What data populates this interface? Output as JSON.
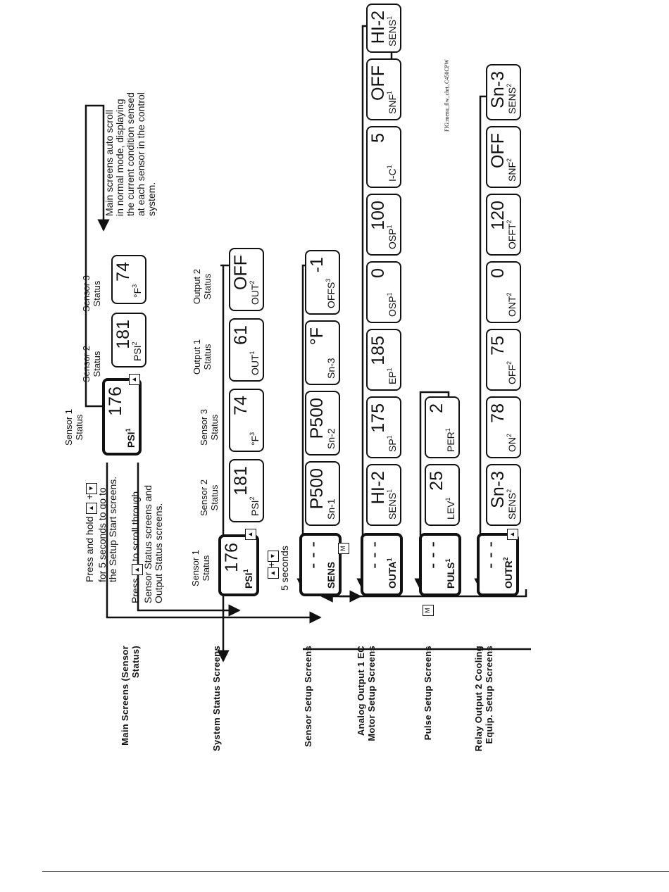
{
  "row_labels": {
    "main": "Main Screens (Sensor Status)",
    "system": "System Status Screens",
    "sensor": "Sensor Setup Screens",
    "analog": "Analog Output 1 EC Motor Setup Screens",
    "pulse": "Pulse Setup Screens",
    "relay": "Relay Output 2 Cooling Equip. Setup Screens"
  },
  "notes": {
    "setup_line1": "Press and hold",
    "setup_plus": "+",
    "setup_line2": "for 5 seconds to go to",
    "setup_line3": "the Setup Start screens.",
    "scroll_line1": "Press",
    "scroll_line1b": "to scroll through",
    "scroll_line2": "Sensor Status screens and",
    "scroll_line3": "Output Status screens.",
    "auto_scroll": [
      "Main screens auto scroll",
      "in normal mode, displaying",
      "the current condition sensed",
      "at each sensor in the control",
      "system."
    ],
    "five_seconds": "5 seconds",
    "combo_plus": "+"
  },
  "headers": {
    "main": {
      "sensor1": [
        "Sensor 1",
        "Status"
      ],
      "sensor2": [
        "Sensor 2",
        "Status"
      ],
      "sensor3": [
        "Sensor 3",
        "Status"
      ]
    },
    "system": {
      "sensor1": [
        "Sensor 1",
        "Status"
      ],
      "sensor2": [
        "Sensor 2",
        "Status"
      ],
      "sensor3": [
        "Sensor 3",
        "Status"
      ],
      "output1": [
        "Output 1",
        "Status"
      ],
      "output2": [
        "Output 2",
        "Status"
      ]
    }
  },
  "screens": {
    "main": [
      {
        "value": "176",
        "label": "PSI",
        "sup": "1"
      },
      {
        "value": "181",
        "label": "PSI",
        "sup": "2"
      },
      {
        "value": "74",
        "label": "°F",
        "sup": "3"
      }
    ],
    "system": [
      {
        "value": "176",
        "label": "PSI",
        "sup": "1"
      },
      {
        "value": "181",
        "label": "PSI",
        "sup": "2"
      },
      {
        "value": "74",
        "label": "°F",
        "sup": "3"
      },
      {
        "value": "61",
        "label": "OUT",
        "sup": "1"
      },
      {
        "value": "OFF",
        "label": "OUT",
        "sup": "2"
      }
    ],
    "sensor": [
      {
        "value": "- - -",
        "label": "SENS",
        "sup": ""
      },
      {
        "value": "P500",
        "label": "Sn-1",
        "sup": ""
      },
      {
        "value": "P500",
        "label": "Sn-2",
        "sup": ""
      },
      {
        "value": "°F",
        "label": "Sn-3",
        "sup": ""
      },
      {
        "value": "-1",
        "label": "OFFS",
        "sup": "3"
      }
    ],
    "analog": [
      {
        "value": "- - -",
        "label": "OUTA",
        "sup": "1"
      },
      {
        "value": "HI-2",
        "label": "SENS",
        "sup": "1"
      },
      {
        "value": "175",
        "label": "SP",
        "sup": "1"
      },
      {
        "value": "185",
        "label": "EP",
        "sup": "1"
      },
      {
        "value": "0",
        "label": "OSP",
        "sup": "1"
      },
      {
        "value": "100",
        "label": "OSP",
        "sup": "1"
      },
      {
        "value": "5",
        "label": "I-C",
        "sup": "1"
      },
      {
        "value": "OFF",
        "label": "SNF",
        "sup": "1"
      },
      {
        "value": "HI-2",
        "label": "SENS",
        "sup": "1"
      }
    ],
    "pulse": [
      {
        "value": "- - -",
        "label": "PULS",
        "sup": "1"
      },
      {
        "value": "25",
        "label": "LEV",
        "sup": "1"
      },
      {
        "value": "2",
        "label": "PER",
        "sup": "1"
      }
    ],
    "relay": [
      {
        "value": "- - -",
        "label": "OUTR",
        "sup": "2"
      },
      {
        "value": "Sn-3",
        "label": "SENS",
        "sup": "2"
      },
      {
        "value": "78",
        "label": "ON",
        "sup": "2"
      },
      {
        "value": "75",
        "label": "OFF",
        "sup": "2"
      },
      {
        "value": "0",
        "label": "ONT",
        "sup": "2"
      },
      {
        "value": "120",
        "label": "OFFT",
        "sup": "2"
      },
      {
        "value": "OFF",
        "label": "SNF",
        "sup": "2"
      },
      {
        "value": "Sn-3",
        "label": "SENS",
        "sup": "2"
      }
    ]
  },
  "buttons": {
    "up": "▲",
    "down": "▼",
    "menu": "M"
  },
  "figure_tag": "FIG:menu_flw_chrt_C450CPW"
}
